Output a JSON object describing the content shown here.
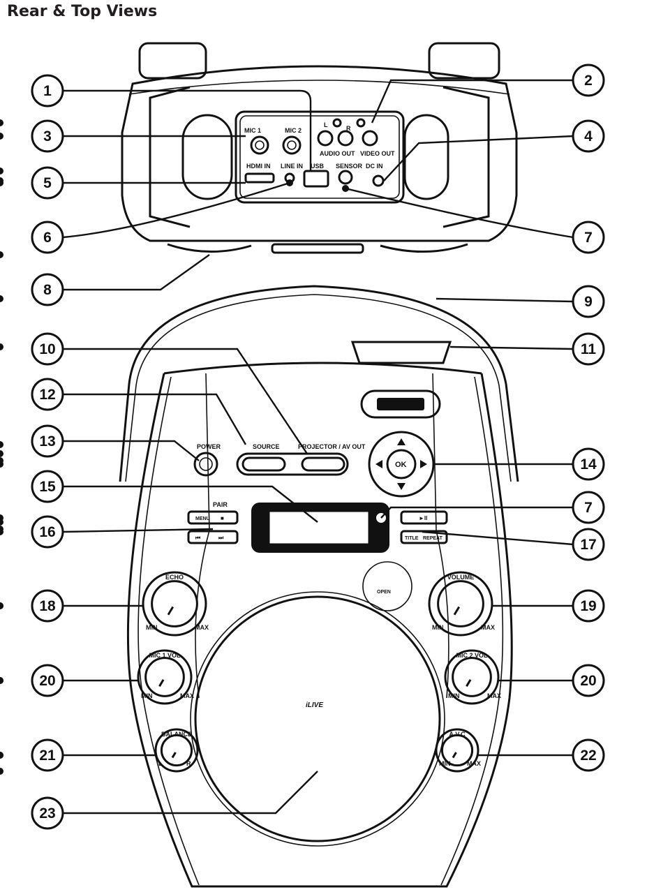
{
  "title": "Rear & Top Views",
  "rear_panel": {
    "mic1": "MIC 1",
    "mic2": "MIC 2",
    "audio_l": "L",
    "audio_r": "R",
    "audio_out": "AUDIO OUT",
    "video_out": "VIDEO OUT",
    "hdmi_in": "HDMI IN",
    "line_in": "LINE IN",
    "usb": "USB",
    "sensor": "SENSOR",
    "dc_in": "DC IN"
  },
  "top_panel": {
    "power": "POWER",
    "source": "SOURCE",
    "projector": "PROJECTOR / AV OUT",
    "ok": "OK",
    "pair": "PAIR",
    "menu": "MENU",
    "stop": "■",
    "prev": "⏮",
    "next": "⏭",
    "play_pause": "►II",
    "title_btn": "TITLE",
    "repeat": "REPEAT",
    "echo": "ECHO",
    "volume": "VOLUME",
    "mic1_vol": "MIC 1 VOL",
    "mic2_vol": "MIC 2 VOL",
    "balance": "BALANCE",
    "avc": "A.V.C",
    "min": "MIN",
    "max": "MAX",
    "bal_l": "L",
    "bal_r": "R",
    "open": "OPEN",
    "logo": "iLIVE"
  },
  "callouts": [
    "1",
    "2",
    "3",
    "4",
    "5",
    "6",
    "7",
    "8",
    "9",
    "10",
    "11",
    "12",
    "13",
    "14",
    "15",
    "7",
    "16",
    "17",
    "18",
    "19",
    "20",
    "20",
    "21",
    "22",
    "23"
  ]
}
